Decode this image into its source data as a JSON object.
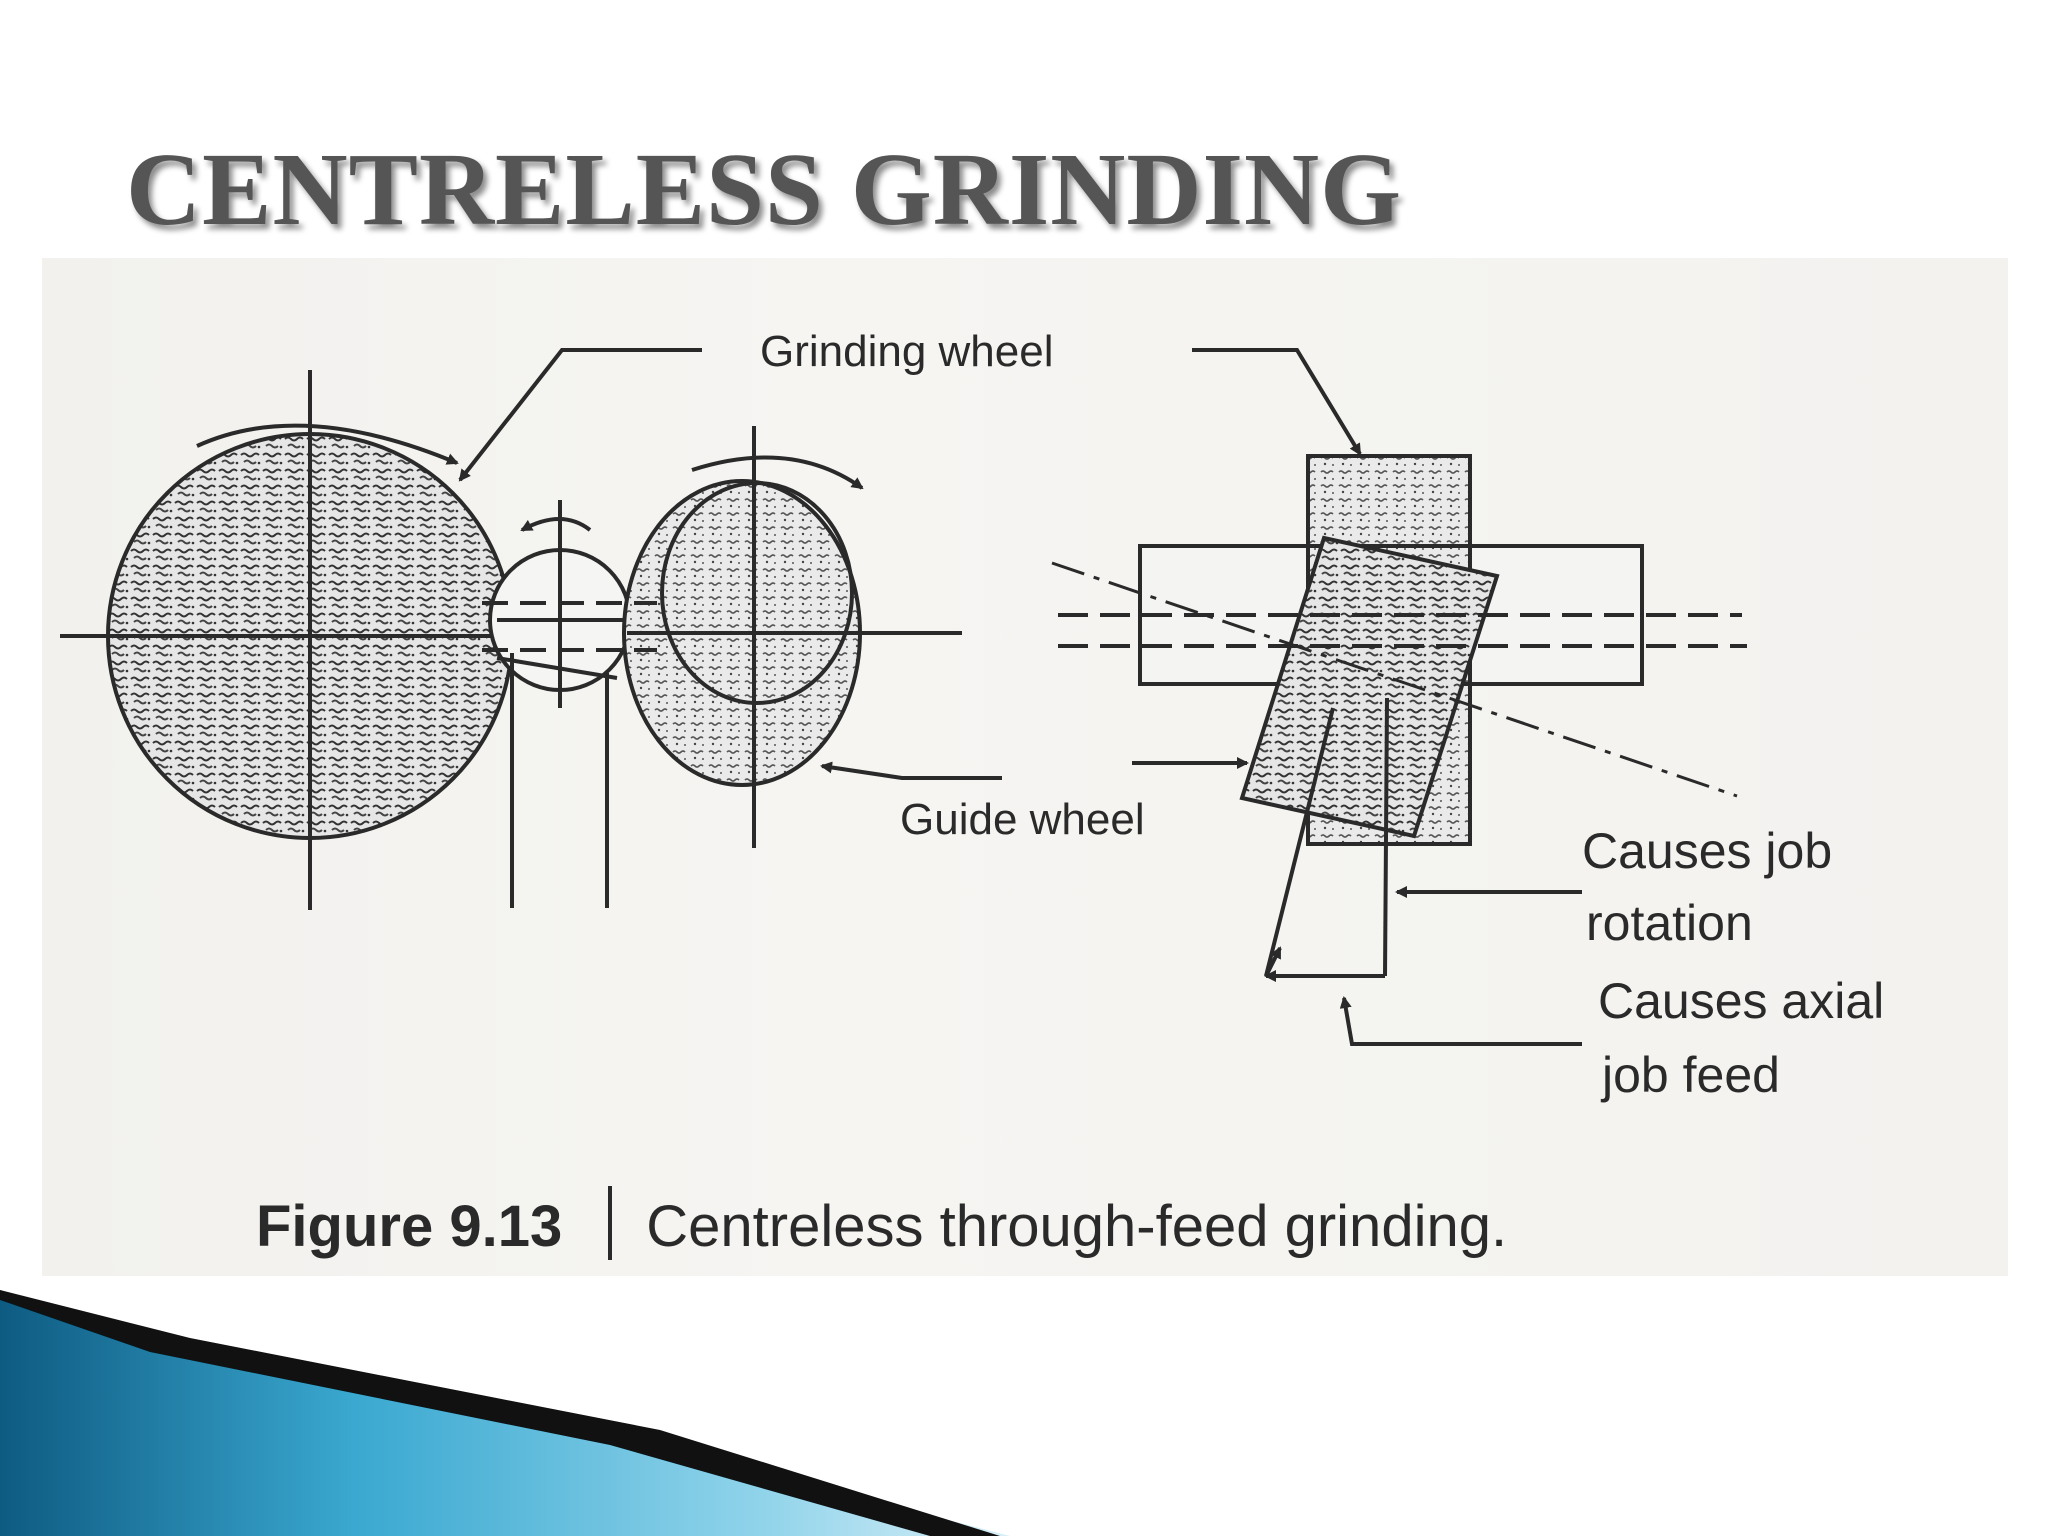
{
  "slide": {
    "title": "CENTRELESS GRINDING"
  },
  "figure": {
    "labels": {
      "grinding_wheel": "Grinding wheel",
      "guide_wheel": "Guide wheel",
      "job_rotation_1": "Causes job",
      "job_rotation_2": "rotation",
      "axial_feed_1": "Causes axial",
      "axial_feed_2": "job feed"
    },
    "caption_number": "Figure 9.13",
    "caption_text": "Centreless through-feed grinding."
  },
  "colors": {
    "title": "#555555",
    "ink": "#2a2a2a",
    "accent_dark": "#0e4f74",
    "accent_light": "#5bbfe0"
  }
}
